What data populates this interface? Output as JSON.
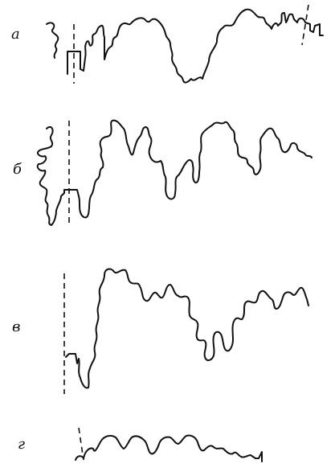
{
  "figure": {
    "panels": [
      {
        "id": "a",
        "label": "а"
      },
      {
        "id": "b",
        "label": "б"
      },
      {
        "id": "v",
        "label": "в"
      },
      {
        "id": "g",
        "label": "г"
      }
    ]
  },
  "colors": {
    "line": "#111111",
    "background": "#ffffff"
  }
}
